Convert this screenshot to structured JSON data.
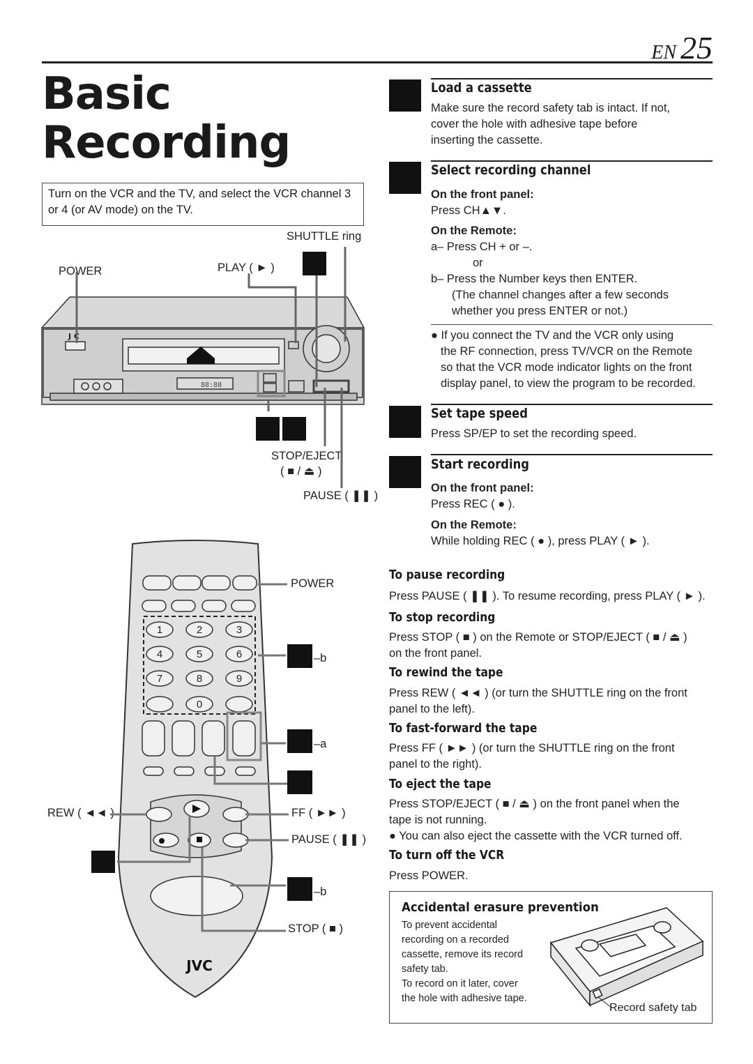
{
  "page": {
    "lang": "EN",
    "number": "25",
    "title_line1": "Basic",
    "title_line2": "Recording"
  },
  "intro": "Turn on the VCR and the TV, and select the VCR channel 3 or 4 (or AV mode) on the TV.",
  "vcr_labels": {
    "shuttle": "SHUTTLE ring",
    "power": "POWER",
    "play": "PLAY ( ► )",
    "stop_eject": "STOP/EJECT",
    "stop_eject_sym": "( ■ / ⏏ )",
    "pause": "PAUSE ( ❚❚ )"
  },
  "remote_labels": {
    "power": "POWER",
    "b1": "–b",
    "a": "–a",
    "rew": "REW ( ◄◄ )",
    "ff": "FF ( ►► )",
    "pause": "PAUSE ( ❚❚ )",
    "b2": "–b",
    "stop": "STOP ( ■ )",
    "brand": "JVC",
    "keys": [
      "1",
      "2",
      "3",
      "4",
      "5",
      "6",
      "7",
      "8",
      "9",
      "0"
    ]
  },
  "steps": [
    {
      "title": "Load a cassette",
      "body": [
        "Make sure the record safety tab is intact. If not,",
        "cover the hole with adhesive tape before",
        "inserting the cassette."
      ]
    },
    {
      "title": "Select recording channel",
      "front_panel": "On the front panel:",
      "front_press": "Press CH▲▼.",
      "remote": "On the Remote:",
      "a_line": "a– Press CH + or –.",
      "or": "or",
      "b_line1": "b– Press the Number keys then ENTER.",
      "b_line2": "(The channel changes after a few seconds",
      "b_line3": "whether you press ENTER or not.)",
      "note": [
        "● If you connect the TV and the VCR only using",
        "the RF connection, press TV/VCR on the Remote",
        "so that the VCR mode indicator lights on the front",
        "display panel, to view the program to be recorded."
      ]
    },
    {
      "title": "Set tape speed",
      "body": "Press SP/EP to set the recording speed."
    },
    {
      "title": "Start recording",
      "front_panel": "On the front panel:",
      "front_press": "Press REC ( ● ).",
      "remote": "On the Remote:",
      "remote_press": "While holding REC ( ● ), press PLAY ( ► )."
    }
  ],
  "subsections": [
    {
      "title": "To pause recording",
      "lines": [
        "Press PAUSE ( ❚❚ ). To resume recording, press PLAY ( ► )."
      ]
    },
    {
      "title": "To stop recording",
      "lines": [
        "Press STOP ( ■ ) on the Remote or STOP/EJECT ( ■ / ⏏ )",
        "on the front panel."
      ]
    },
    {
      "title": "To rewind the tape",
      "lines": [
        "Press REW ( ◄◄ ) (or turn the SHUTTLE ring on the front",
        "panel to the left)."
      ]
    },
    {
      "title": "To fast-forward the tape",
      "lines": [
        "Press FF ( ►► ) (or turn the SHUTTLE ring on the front",
        "panel to the right)."
      ]
    },
    {
      "title": "To eject the tape",
      "lines": [
        "Press STOP/EJECT ( ■ / ⏏ ) on the front panel when the",
        "tape is not running.",
        "● You can also eject the cassette with the VCR turned off."
      ]
    },
    {
      "title": "To turn off the VCR",
      "lines": [
        "Press POWER."
      ]
    }
  ],
  "erasure": {
    "title": "Accidental erasure prevention",
    "lines": [
      "To prevent accidental",
      "recording on a recorded",
      "cassette, remove its record",
      "safety tab.",
      "To record on it later, cover",
      "the hole with adhesive tape."
    ],
    "tab_label": "Record safety tab"
  }
}
